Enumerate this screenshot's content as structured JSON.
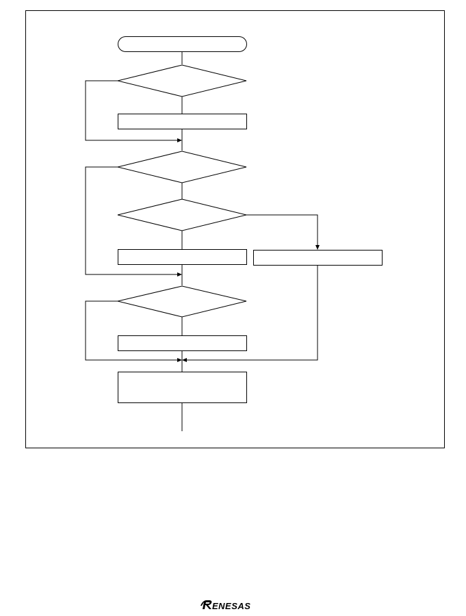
{
  "figure": {
    "frame_color": "#000000",
    "background": "#ffffff",
    "nodes": [
      {
        "id": "start",
        "kind": "terminator",
        "text": ""
      },
      {
        "id": "decision-1",
        "kind": "decision",
        "text": ""
      },
      {
        "id": "process-1",
        "kind": "process",
        "text": ""
      },
      {
        "id": "decision-2",
        "kind": "decision",
        "text": ""
      },
      {
        "id": "decision-3",
        "kind": "decision",
        "text": ""
      },
      {
        "id": "process-2a",
        "kind": "process",
        "text": ""
      },
      {
        "id": "process-2b",
        "kind": "process",
        "text": ""
      },
      {
        "id": "decision-4",
        "kind": "decision",
        "text": ""
      },
      {
        "id": "process-3",
        "kind": "process",
        "text": ""
      },
      {
        "id": "process-final",
        "kind": "process",
        "text": ""
      }
    ]
  },
  "footer": {
    "logo_text": "RENESAS",
    "logo_color": "#000000"
  }
}
